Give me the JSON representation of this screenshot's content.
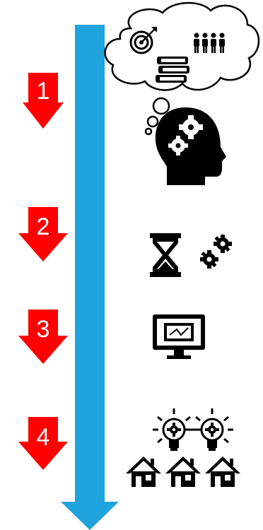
{
  "steps": [
    {
      "number": "1",
      "icon": "thinking-head-with-gears-icon"
    },
    {
      "number": "2",
      "icon": "hourglass-and-gears-icon"
    },
    {
      "number": "3",
      "icon": "computer-monitor-icon"
    },
    {
      "number": "4",
      "icon": "lightbulbs-and-houses-icon"
    }
  ],
  "thought_cloud_icons": [
    "target-icon",
    "people-group-icon",
    "stack-of-books-icon"
  ],
  "colors": {
    "timeline": "#1fa3dc",
    "step_arrow": "#ff0000",
    "icon": "#000000"
  }
}
